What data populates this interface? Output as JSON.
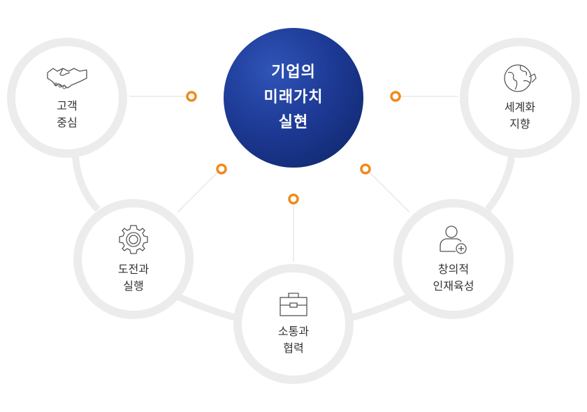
{
  "center": {
    "lines": [
      "기업의",
      "미래가치",
      "실현"
    ]
  },
  "nodes": [
    {
      "id": "customer",
      "icon": "handshake-icon",
      "lines": [
        "고객",
        "중심"
      ]
    },
    {
      "id": "global",
      "icon": "globe-icon",
      "lines": [
        "세계화",
        "지향"
      ]
    },
    {
      "id": "challenge",
      "icon": "gear-icon",
      "lines": [
        "도전과",
        "실행"
      ]
    },
    {
      "id": "creative",
      "icon": "person-add-icon",
      "lines": [
        "창의적",
        "인재육성"
      ]
    },
    {
      "id": "communication",
      "icon": "briefcase-icon",
      "lines": [
        "소통과",
        "협력"
      ]
    }
  ],
  "colors": {
    "center": "#1d3a95",
    "ring": "#ececec",
    "connector": "#f08a1c",
    "text": "#333333"
  }
}
